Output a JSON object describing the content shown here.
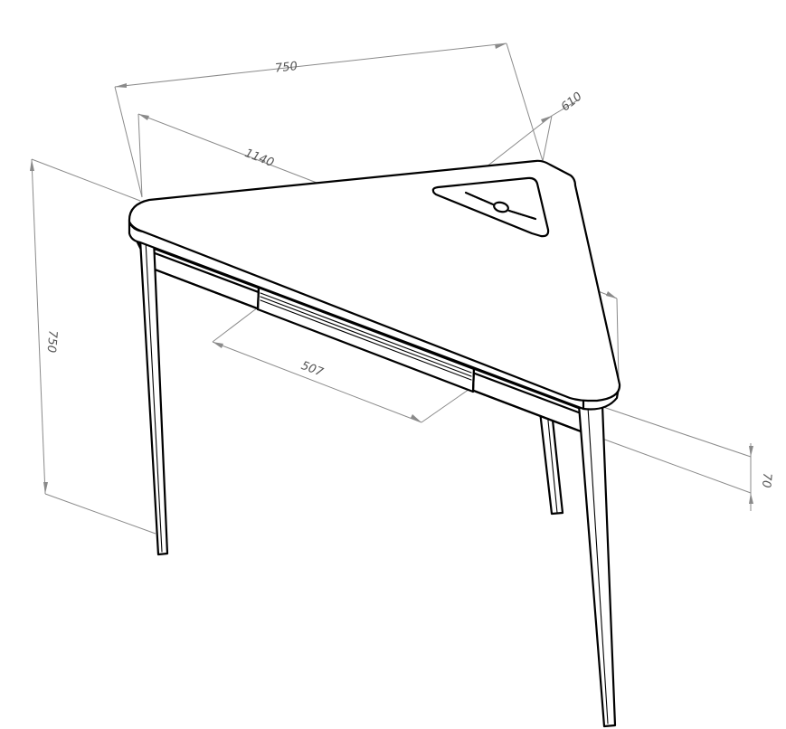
{
  "drawing": {
    "subject": "Corner desk (triangular top with drawer)",
    "units": "mm",
    "line_color": "#000000",
    "dimension_color": "#8a8a8a",
    "background": "#ffffff"
  },
  "dimensions": {
    "top_back_width": "750",
    "top_front_length": "1140",
    "top_depth": "610",
    "overall_height": "750",
    "drawer_width": "507",
    "apron_height": "70"
  }
}
